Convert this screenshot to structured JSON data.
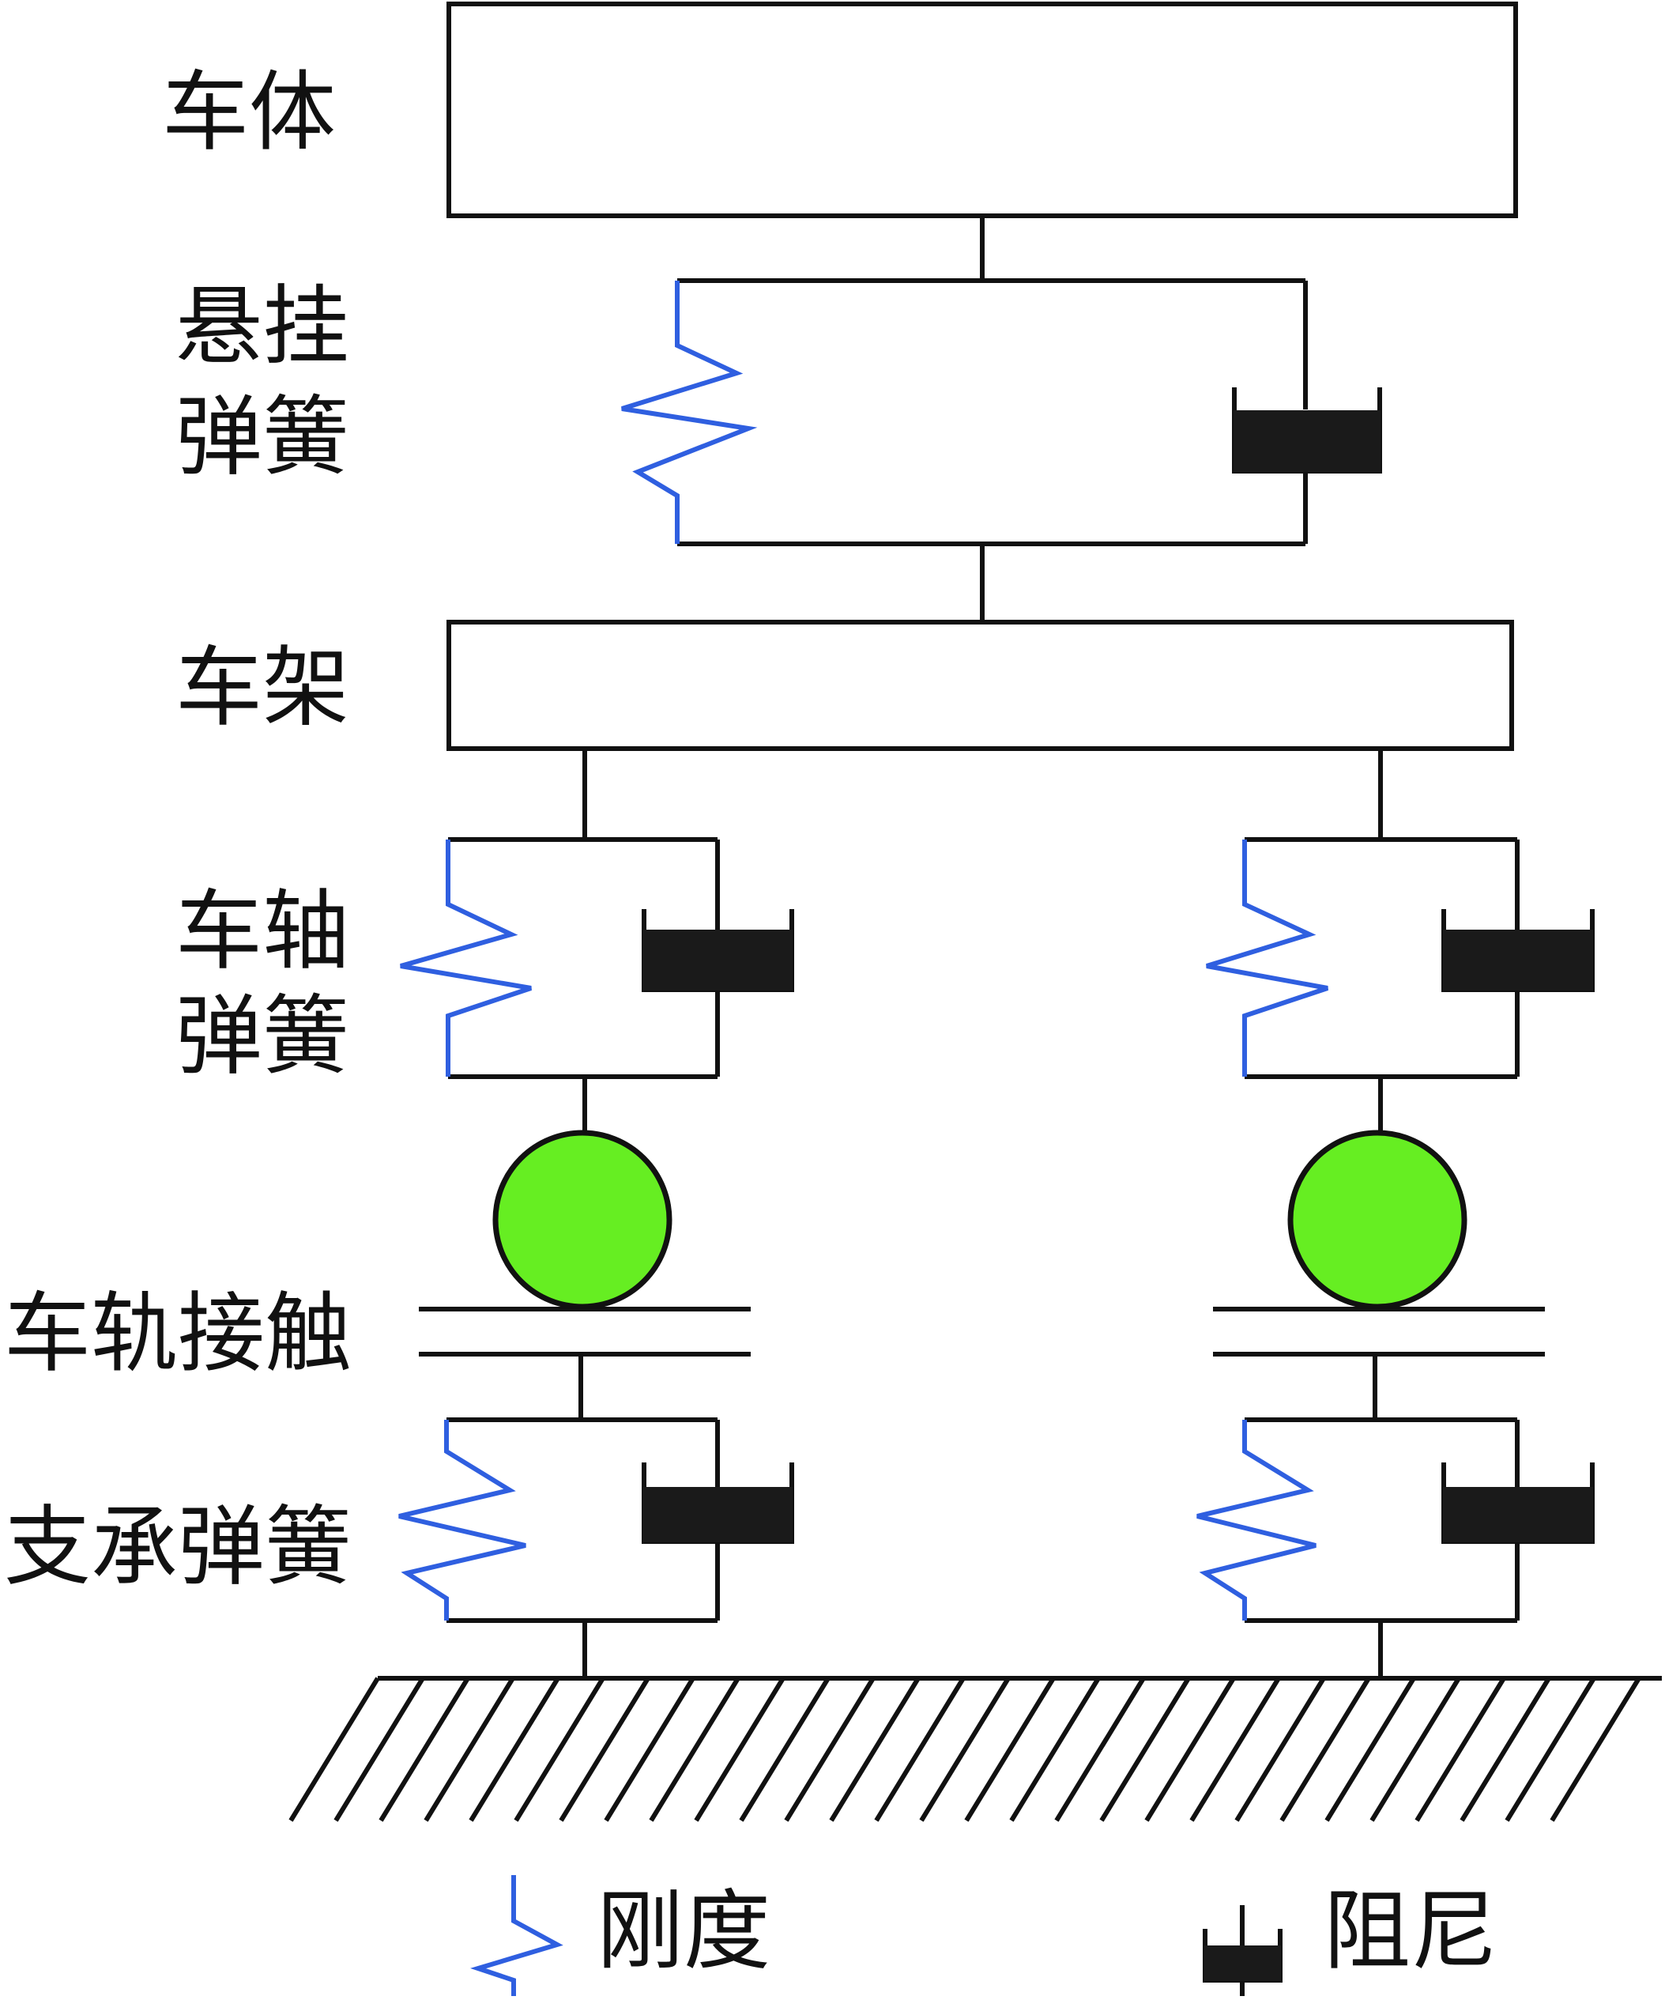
{
  "labels": {
    "car_body": "车体",
    "suspension_spring": [
      "悬挂",
      "弹簧"
    ],
    "frame": "车架",
    "axle_spring": [
      "车轴",
      "弹簧"
    ],
    "wheel_rail_contact": "车轨接触",
    "support_spring": "支承弹簧"
  },
  "legend": {
    "stiffness": "刚度",
    "damping": "阻尼"
  },
  "colors": {
    "spring": "#2f5fe0",
    "damper": "#1a1a1a",
    "wheel": "#66ee22",
    "line": "#111111"
  },
  "icons": {
    "spring": "zigzag-spring-icon",
    "damper": "dashpot-damper-icon",
    "wheel": "circle-wheel-icon",
    "ground": "hatched-ground-icon"
  }
}
